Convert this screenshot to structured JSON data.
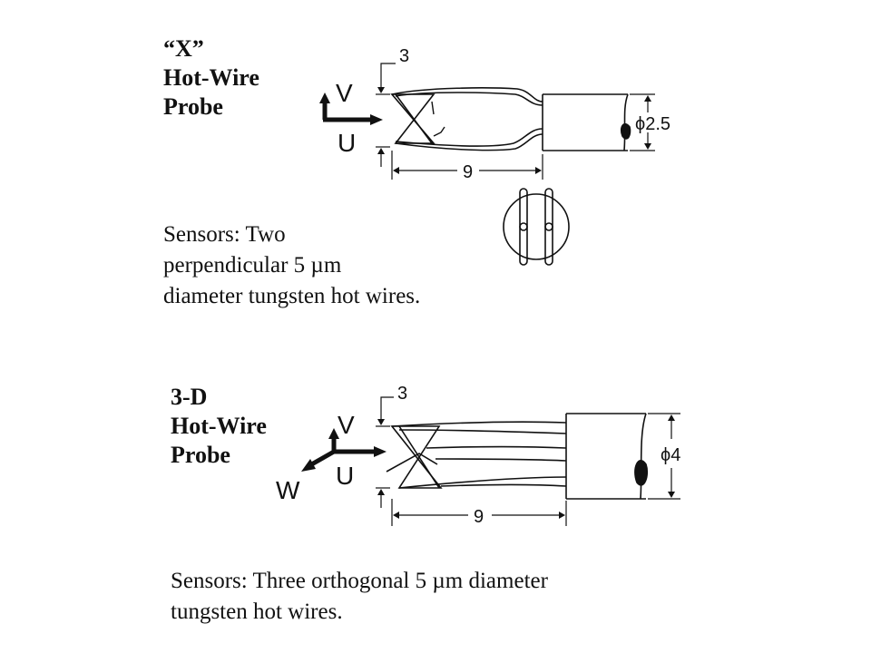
{
  "x_probe": {
    "title_lines": [
      "“X”",
      "Hot-Wire",
      "Probe"
    ],
    "label_v": "V",
    "label_u": "U",
    "dim_gap": "3",
    "dim_length": "9",
    "dim_diameter": "ϕ2.5",
    "caption_lines": [
      "Sensors: Two",
      "perpendicular 5 µm",
      "diameter tungsten hot wires."
    ]
  },
  "d3_probe": {
    "title_lines": [
      "3-D",
      "Hot-Wire",
      "Probe"
    ],
    "label_v": "V",
    "label_u": "U",
    "label_w": "W",
    "dim_gap": "3",
    "dim_length": "9",
    "dim_diameter": "ϕ4",
    "caption_lines": [
      "Sensors: Three orthogonal 5 µm diameter",
      "tungsten hot wires."
    ]
  }
}
